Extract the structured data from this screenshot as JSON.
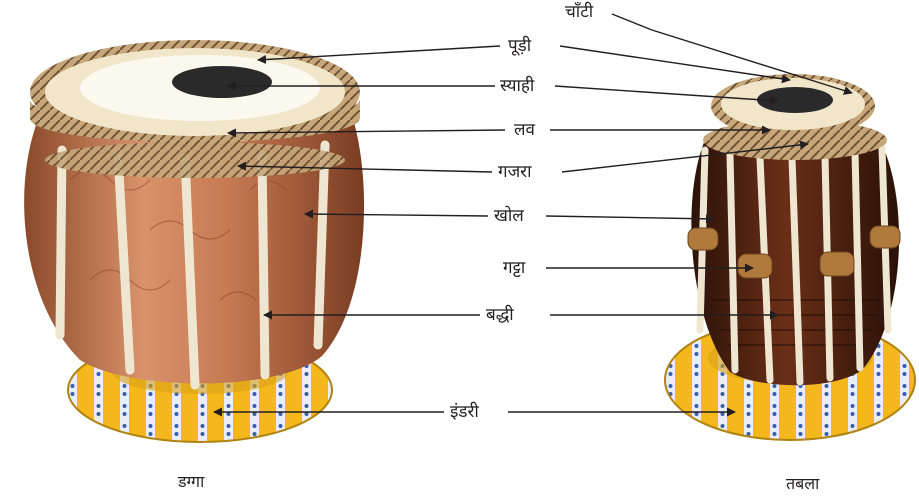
{
  "diagram": {
    "drums": {
      "left": "डग्गा",
      "right": "तबला"
    },
    "parts": {
      "chaanti": "चाँटी",
      "poodi": "पूड़ी",
      "syaahi": "स्याही",
      "lav": "लव",
      "gajra": "गजरा",
      "khol": "खोल",
      "gatta": "गट्टा",
      "baddhi": "बद्धी",
      "indri": "इंडरी"
    }
  }
}
